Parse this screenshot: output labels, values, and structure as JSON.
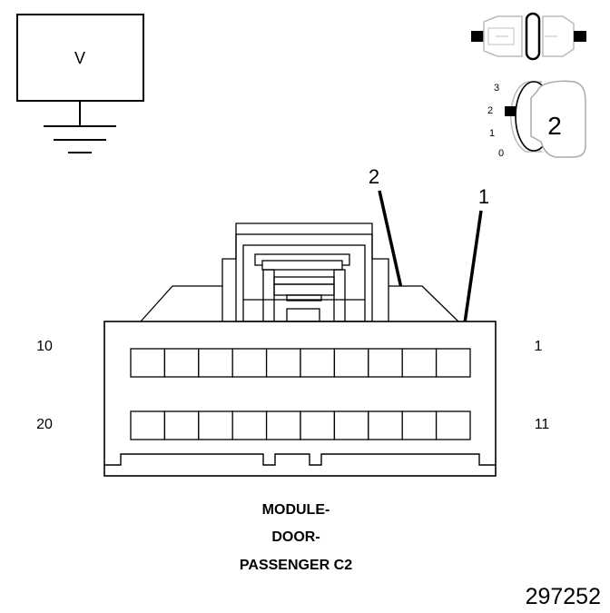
{
  "meter": {
    "label": "V"
  },
  "key_switch": {
    "positions": [
      "3",
      "2",
      "1",
      "0"
    ],
    "selected_position": "2",
    "key_number": "2"
  },
  "callouts": [
    "2",
    "1"
  ],
  "connector": {
    "pin_labels": {
      "row1_left": "10",
      "row1_right": "1",
      "row2_left": "20",
      "row2_right": "11"
    },
    "caption_lines": [
      "MODULE-",
      "DOOR-",
      "PASSENGER C2"
    ]
  },
  "figure_number": "297252"
}
